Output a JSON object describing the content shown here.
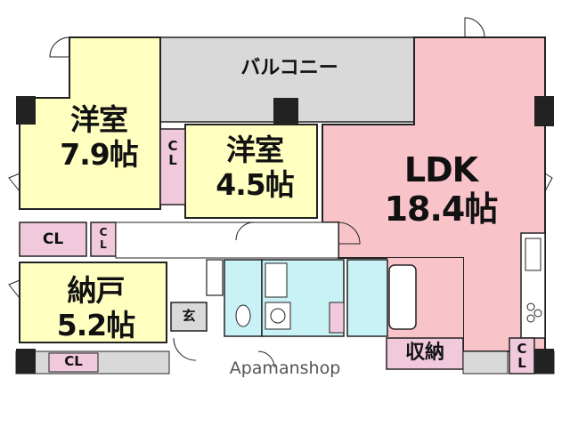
{
  "rooms": {
    "balcony": {
      "label": "バルコニー"
    },
    "western_a": {
      "name": "洋室",
      "size": "7.9帖"
    },
    "western_b": {
      "name": "洋室",
      "size": "4.5帖"
    },
    "ldk": {
      "name": "LDK",
      "size": "18.4帖"
    },
    "storage_room": {
      "name": "納戸",
      "size": "5.2帖"
    },
    "entrance": {
      "label": "玄"
    },
    "storage": {
      "label": "収納"
    }
  },
  "closets": {
    "cl_a": "C\nL",
    "cl_b": "CL",
    "cl_c": "C\nL",
    "cl_d": "CL",
    "cl_e": "C\nL"
  },
  "watermark": "Apamanshop",
  "colors": {
    "yellow": "#ffffc0",
    "pink": "#f9c4c9",
    "cyan": "#c8f2f6",
    "grey": "#d9d9d9",
    "closet": "#f1c9dc",
    "wall": "#222222"
  }
}
